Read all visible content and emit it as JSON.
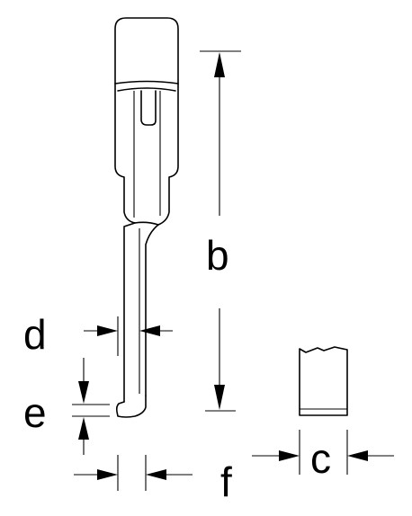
{
  "labels": {
    "b": "b",
    "c": "c",
    "d": "d",
    "e": "e",
    "f": "f"
  }
}
